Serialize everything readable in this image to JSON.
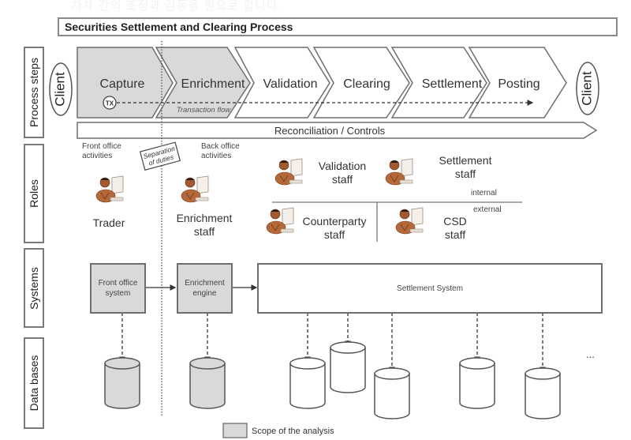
{
  "header": {
    "faint_text": "차차 간의 조정과 감동을 필요로 합니다.",
    "title": "Securities Settlement and Clearing Process"
  },
  "rows": {
    "process_steps": "Process steps",
    "roles": "Roles",
    "systems": "Systems",
    "databases": "Data bases"
  },
  "process": {
    "client_left": "Client",
    "client_right": "Client",
    "steps": [
      {
        "label": "Capture",
        "in_scope": true
      },
      {
        "label": "Enrichment",
        "in_scope": true
      },
      {
        "label": "Validation",
        "in_scope": false
      },
      {
        "label": "Clearing",
        "in_scope": false
      },
      {
        "label": "Settlement",
        "in_scope": false
      },
      {
        "label": "Posting",
        "in_scope": false
      }
    ],
    "tx_badge": "TX",
    "transaction_flow": "Transaction flow",
    "reconciliation": "Reconciliation / Controls"
  },
  "roles": {
    "front_office": "Front office activities",
    "front_office_l1": "Front office",
    "front_office_l2": "activities",
    "back_office_l1": "Back office",
    "back_office_l2": "activities",
    "separation_l1": "Separation",
    "separation_l2": "of duties",
    "trader": "Trader",
    "enrichment_l1": "Enrichment",
    "enrichment_l2": "staff",
    "validation_l1": "Validation",
    "validation_l2": "staff",
    "settlement_l1": "Settlement",
    "settlement_l2": "staff",
    "counterparty_l1": "Counterparty",
    "counterparty_l2": "staff",
    "csd_l1": "CSD",
    "csd_l2": "staff",
    "internal": "internal",
    "external": "external"
  },
  "systems": {
    "front_office_l1": "Front office",
    "front_office_l2": "system",
    "enrichment_l1": "Enrichment",
    "enrichment_l2": "engine",
    "settlement": "Settlement System"
  },
  "databases": {
    "ellipsis": "..."
  },
  "legend": {
    "scope": "Scope of the analysis"
  },
  "colors": {
    "scope_fill": "#d9d9d9",
    "stroke": "#6e6e6e",
    "person_skin": "#b5683a"
  }
}
